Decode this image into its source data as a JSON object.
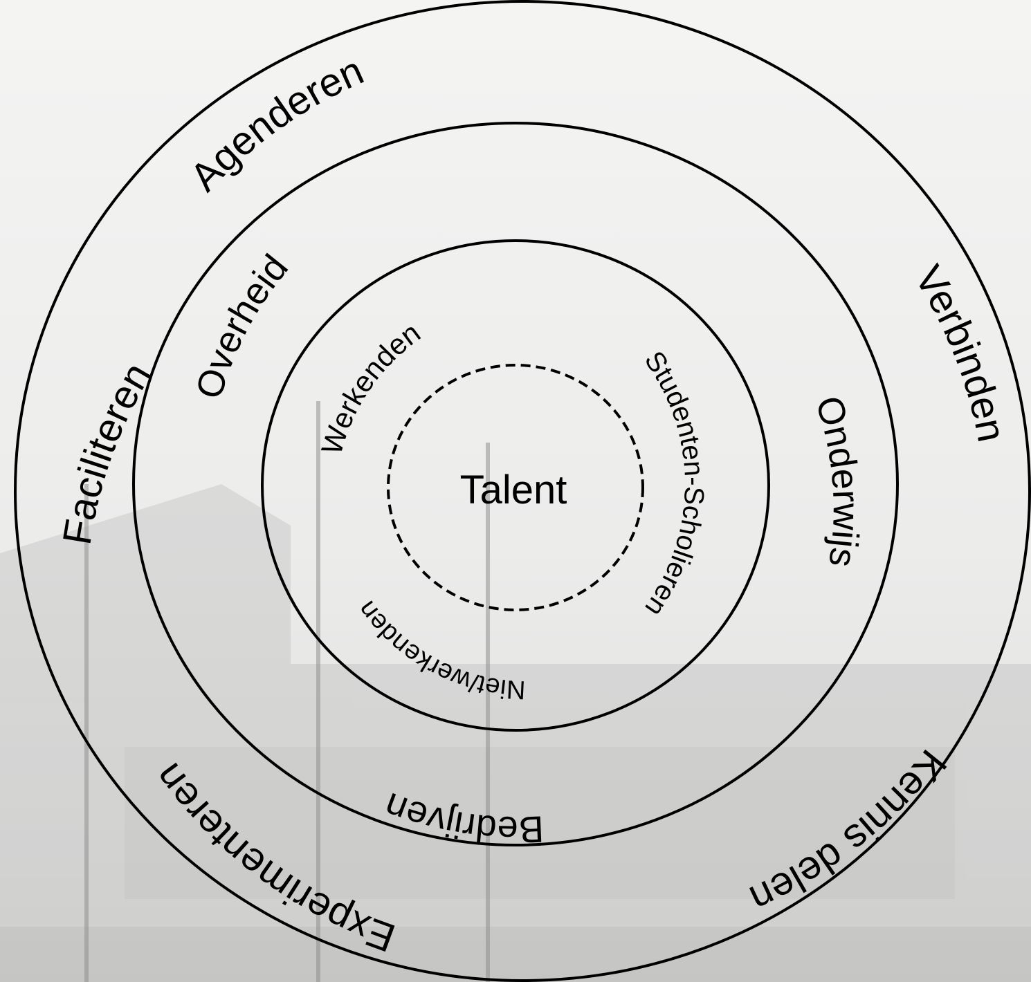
{
  "diagram": {
    "center_label": "Talent",
    "outer_ring": {
      "labels": [
        "Agenderen",
        "Verbinden",
        "Kennis delen",
        "Experimenteren",
        "Faciliteren"
      ]
    },
    "middle_ring": {
      "labels": [
        "Overheid",
        "Onderwijs",
        "Bedrijven"
      ]
    },
    "inner_ring": {
      "labels": [
        "Werkenden",
        "Studenten-Scholieren",
        "Niet/werkenden"
      ]
    }
  },
  "colors": {
    "background": "#f0f0ef",
    "stroke": "#000000",
    "text": "#000000"
  }
}
